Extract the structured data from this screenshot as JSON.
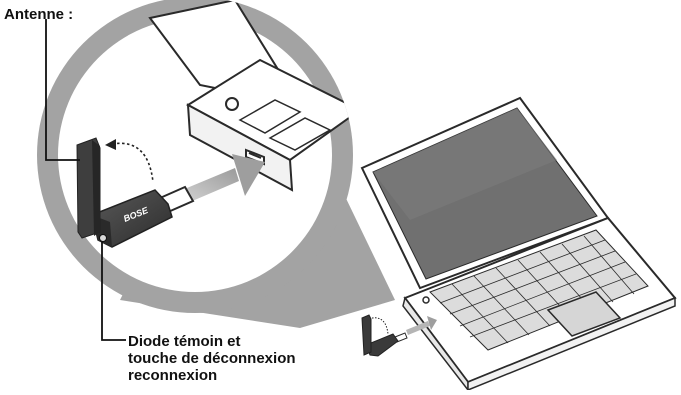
{
  "labels": {
    "antenna": "Antenne :",
    "led_line1": "Diode témoin et",
    "led_line2": "touche de déconnexion",
    "led_line3": "reconnexion"
  },
  "brand_logo_text": "BOSE",
  "colors": {
    "zoom_circle": "#a3a3a3",
    "dongle_dark": "#3b3b3b",
    "laptop_outline": "#2a2a2a",
    "screen_fill": "#707070",
    "arrow": "#bdbdbd",
    "leader_line": "#111111"
  }
}
